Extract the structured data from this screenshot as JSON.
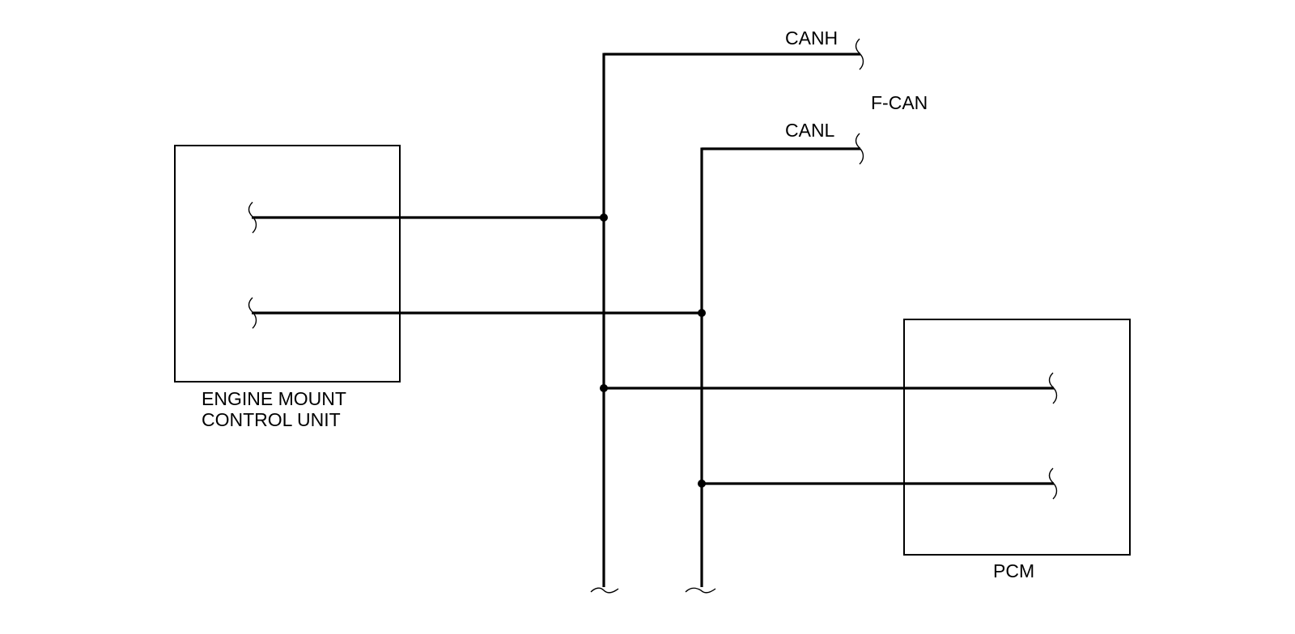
{
  "diagram": {
    "bus_name": "F-CAN",
    "canh_label": "CANH",
    "canl_label": "CANL",
    "module_left": {
      "line1": "ENGINE MOUNT",
      "line2": "CONTROL UNIT"
    },
    "module_right": {
      "label": "PCM"
    }
  }
}
